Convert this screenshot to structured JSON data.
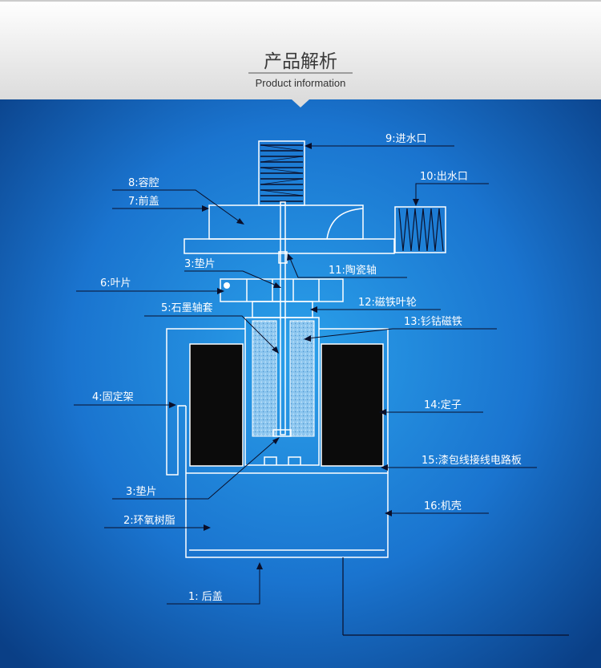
{
  "header": {
    "title": "产品解析",
    "subtitle": "Product information"
  },
  "labels": {
    "water_inlet": "9:进水口",
    "water_outlet": "10:出水口",
    "cavity": "8:容腔",
    "front_cover": "7:前盖",
    "gasket_top": "3:垫片",
    "ceramic_shaft": "11:陶瓷轴",
    "impeller": "6:叶片",
    "magnetic_impeller": "12:磁铁叶轮",
    "graphite_bushing": "5:石墨轴套",
    "smco_magnet": "13:钐钴磁铁",
    "bracket": "4:固定架",
    "stator": "14:定子",
    "circuit_board": "15:漆包线接线电路板",
    "gasket_bottom": "3:垫片",
    "housing": "16:机壳",
    "epoxy": "2:环氧树脂",
    "rear_cover": "1: 后盖"
  },
  "colors": {
    "bg_center": "#2a9be6",
    "bg_edge": "#0a3f86",
    "header_bg": "#eeeeee",
    "line": "#ffffff",
    "leader": "#0a0f2a",
    "stator_fill": "#0b0b0b"
  }
}
